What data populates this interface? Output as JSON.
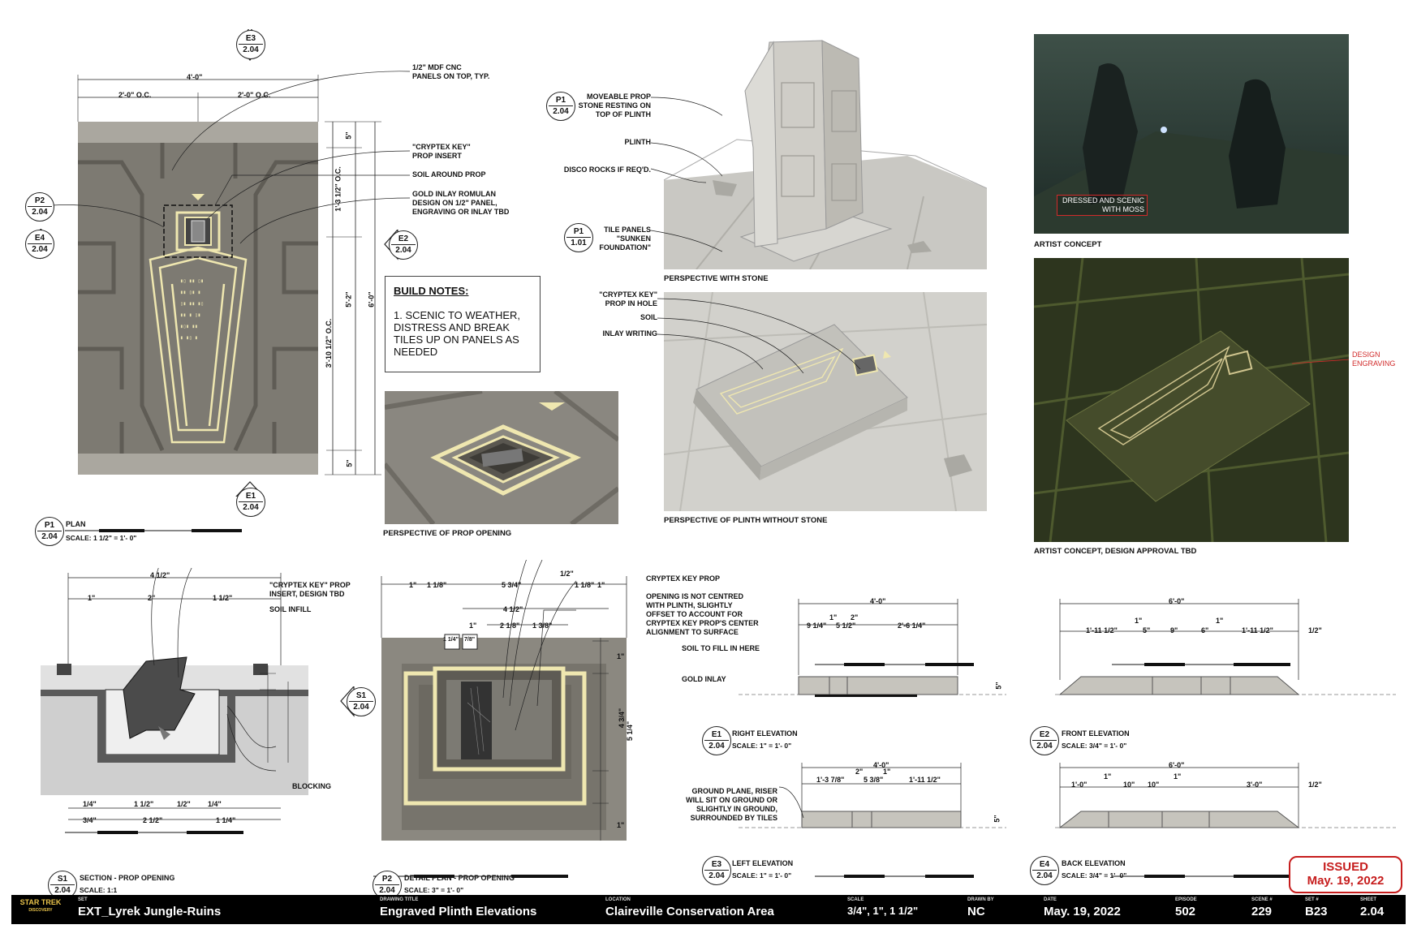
{
  "title_block": {
    "show_label": "STAR TREK",
    "show_sub": "DISCOVERY",
    "set_key": "SET",
    "set_value": "EXT_Lyrek Jungle-Ruins",
    "drawing_key": "DRAWING TITLE",
    "drawing_value": "Engraved Plinth Elevations",
    "location_key": "LOCATION",
    "location_value": "Claireville Conservation Area",
    "scale_key": "SCALE",
    "scale_value": "3/4\", 1\", 1 1/2\"",
    "drawn_key": "DRAWN BY",
    "drawn_value": "NC",
    "date_key": "DATE",
    "date_value": "May. 19, 2022",
    "episode_key": "EPISODE",
    "episode_value": "502",
    "scene_key": "SCENE #",
    "scene_value": "229",
    "set_no_key": "SET #",
    "set_no_value": "B23",
    "sheet_key": "SHEET",
    "sheet_value": "2.04"
  },
  "issued": {
    "line1": "ISSUED",
    "line2": "May. 19, 2022"
  },
  "tags": {
    "e3_top": {
      "letter": "E3",
      "num": "2.04"
    },
    "p2_left": {
      "letter": "P2",
      "num": "2.04"
    },
    "e4_left": {
      "letter": "E4",
      "num": "2.04"
    },
    "e2_right": {
      "letter": "E2",
      "num": "2.04"
    },
    "e1_bottom": {
      "letter": "E1",
      "num": "2.04"
    },
    "p1_persp": {
      "letter": "P1",
      "num": "2.04"
    },
    "p1_tile": {
      "letter": "P1",
      "num": "1.01"
    },
    "s1_detail": {
      "letter": "S1",
      "num": "2.04"
    }
  },
  "plan": {
    "dims": {
      "overall": "4'-0\"",
      "oc_left": "2'-0\" O.C.",
      "oc_right": "2'-0\" O.C.",
      "v_5_top": "5\"",
      "v_1_3": "1'-3 1/2\" O.C.",
      "v_5_2": "5'-2\"",
      "v_3_10": "3'-10 1/2\" O.C.",
      "v_6_0": "6'-0\"",
      "v_5_bot": "5\""
    },
    "callouts": {
      "mdf": "1/2\" MDF CNC PANELS ON TOP, TYP.",
      "cryptex": "\"CRYPTEX KEY\" PROP INSERT",
      "soil": "SOIL AROUND PROP",
      "gold": "GOLD INLAY ROMULAN DESIGN ON 1/2\" PANEL, ENGRAVING OR INLAY TBD"
    },
    "title_tag": {
      "letter": "P1",
      "num": "2.04"
    },
    "title": "PLAN",
    "scale": "SCALE: 1 1/2\" = 1'- 0\""
  },
  "notes": {
    "heading": "BUILD NOTES:",
    "body": "1. SCENIC TO WEATHER, DISTRESS AND BREAK TILES UP ON PANELS AS NEEDED"
  },
  "captions": {
    "prop_opening": "PERSPECTIVE OF PROP OPENING",
    "with_stone": "PERSPECTIVE WITH STONE",
    "without_stone": "PERSPECTIVE OF PLINTH WITHOUT STONE",
    "artist1": "ARTIST CONCEPT",
    "artist2": "ARTIST CONCEPT, DESIGN APPROVAL TBD"
  },
  "persp_callouts": {
    "moveable": "MOVEABLE PROP STONE RESTING ON TOP OF PLINTH",
    "plinth": "PLINTH",
    "disco": "DISCO ROCKS IF REQ'D.",
    "tile": "TILE PANELS \"SUNKEN FOUNDATION\"",
    "cryptex_hole": "\"CRYPTEX KEY\" PROP IN HOLE",
    "soil": "SOIL",
    "inlay": "INLAY WRITING"
  },
  "concept_labels": {
    "moss": "DRESSED AND SCENIC WITH MOSS",
    "engraving": "DESIGN ENGRAVING"
  },
  "section": {
    "dims": {
      "top": "4 1/2\"",
      "d1": "1\"",
      "d2": "2\"",
      "d3": "1 1/2\"",
      "b1": "1/4\"",
      "b2": "1 1/2\"",
      "b3": "1/2\"",
      "b4": "1/4\"",
      "c1": "3/4\"",
      "c2": "2 1/2\"",
      "c3": "1 1/4\""
    },
    "callouts": {
      "cryptex": "\"CRYPTEX KEY\" PROP INSERT, DESIGN TBD",
      "soil": "SOIL INFILL",
      "blocking": "BLOCKING"
    },
    "title_tag": {
      "letter": "S1",
      "num": "2.04"
    },
    "title": "SECTION - PROP OPENING",
    "scale": "SCALE: 1:1"
  },
  "detail": {
    "dims": {
      "row1": [
        "1\"",
        "1 1/8\"",
        "5 3/4\"",
        "1 1/8\"",
        "1\""
      ],
      "half": "1/2\"",
      "row2": "4 1/2\"",
      "row3": [
        "1\"",
        "2 1/8\"",
        "1 3/8\""
      ],
      "box": [
        "1 1/4\"",
        "7/8\""
      ],
      "right": [
        "1\"",
        "4 3/4\"",
        "5 1/4\"",
        "1\""
      ]
    },
    "callouts": {
      "cryptex": "CRYPTEX KEY PROP",
      "opening": "OPENING IS NOT CENTRED WITH PLINTH, SLIGHTLY OFFSET TO ACCOUNT FOR CRYPTEX KEY PROP'S CENTER ALIGNMENT TO SURFACE",
      "soil": "SOIL TO FILL IN HERE",
      "gold": "GOLD INLAY"
    },
    "title_tag": {
      "letter": "P2",
      "num": "2.04"
    },
    "title": "DETAIL PLAN - PROP OPENING",
    "scale": "SCALE: 3\" = 1'- 0\""
  },
  "elevations": {
    "e1": {
      "letter": "E1",
      "num": "2.04",
      "title": "RIGHT ELEVATION",
      "scale": "SCALE: 1\" = 1'- 0\"",
      "dims": {
        "overall": "4'-0\"",
        "a": "9 1/4\"",
        "b": "1\"",
        "c": "5 1/2\"",
        "d": "2\"",
        "e": "2'-6 1/4\"",
        "h": "5\""
      }
    },
    "e2": {
      "letter": "E2",
      "num": "2.04",
      "title": "FRONT ELEVATION",
      "scale": "SCALE: 3/4\" = 1'- 0\"",
      "dims": {
        "overall": "6'-0\"",
        "a": "1'-11 1/2\"",
        "b": "1\"",
        "c": "5\"",
        "d": "9\"",
        "e": "6\"",
        "f": "1\"",
        "g": "1'-11 1/2\"",
        "h": "1/2\""
      }
    },
    "e3": {
      "letter": "E3",
      "num": "2.04",
      "title": "LEFT ELEVATION",
      "scale": "SCALE: 1\" = 1'- 0\"",
      "dims": {
        "overall": "4'-0\"",
        "a": "1'-3 7/8\"",
        "b": "2\"",
        "c": "5 3/8\"",
        "d": "1\"",
        "e": "1'-11 1/2\"",
        "h": "5\""
      }
    },
    "e4": {
      "letter": "E4",
      "num": "2.04",
      "title": "BACK ELEVATION",
      "scale": "SCALE: 3/4\" = 1'- 0\"",
      "dims": {
        "overall": "6'-0\"",
        "a": "1'-0\"",
        "b": "1\"",
        "c": "10\"",
        "d": "10\"",
        "e": "1\"",
        "f": "3'-0\"",
        "h": "1/2\""
      }
    },
    "ground_note": "GROUND PLANE, RISER WILL SIT ON GROUND OR SLIGHTLY IN GROUND, SURROUNDED BY TILES"
  },
  "colors": {
    "stone": "#7d7a72",
    "stone_light": "#a7a49c",
    "gold": "#efe7b0",
    "issued_red": "#c61d1d"
  }
}
